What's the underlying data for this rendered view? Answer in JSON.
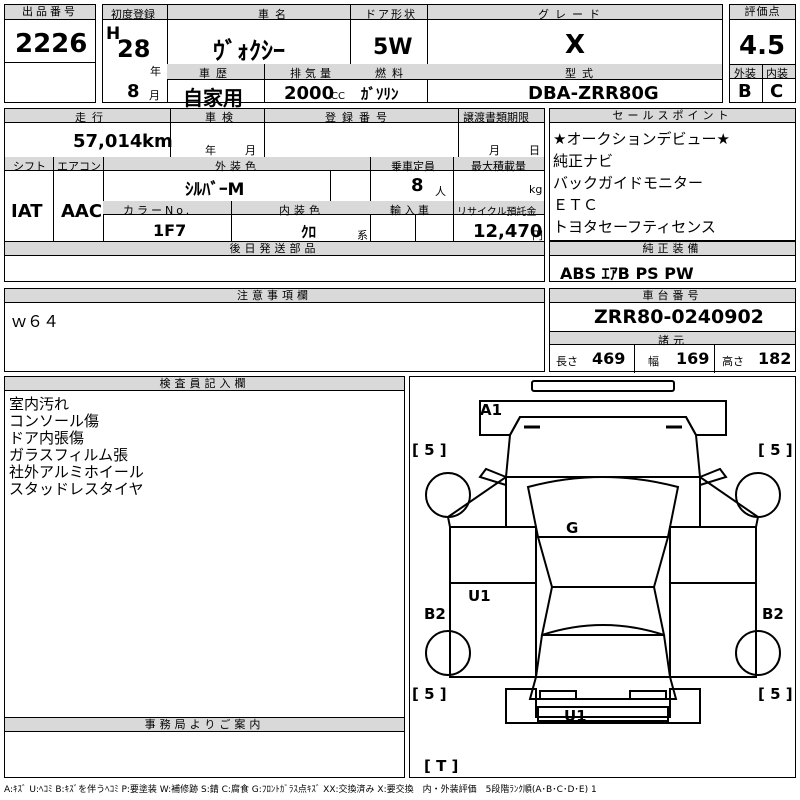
{
  "hdr": {
    "lot_no": "出品番号",
    "first_reg": "初度登録",
    "car_name": "車名",
    "door": "ドア形状",
    "grade": "グレード",
    "score": "評価点",
    "history": "車歴",
    "displacement": "排気量",
    "fuel": "燃料",
    "model_code": "型式",
    "ext": "外装",
    "int": "内装"
  },
  "v": {
    "lot": "2226",
    "era": "H",
    "year": "28",
    "year_unit": "年",
    "month": "8",
    "month_unit": "月",
    "car_name": "ｳﾞｫｸｼｰ",
    "door": "5W",
    "grade": "X",
    "score": "4.5",
    "history": "自家用",
    "displacement": "2000",
    "cc": "CC",
    "fuel": "ｶﾞｿﾘﾝ",
    "model_code": "DBA-ZRR80G",
    "ext_score": "B",
    "int_score": "C"
  },
  "row2": {
    "mileage_h": "走行",
    "shaken_h": "車検",
    "plate_h": "登録番号",
    "transfer_h": "譲渡書類期限",
    "mileage": "57,014",
    "km": "km",
    "shaken_y": "年",
    "shaken_m": "月",
    "transfer_m": "月",
    "transfer_d": "日"
  },
  "row3": {
    "shift_h": "シフト",
    "ac_h": "エアコン",
    "color_h": "外装色",
    "cap_h": "乗車定員",
    "load_h": "最大積載量",
    "shift": "IAT",
    "ac": "AAC",
    "color": "ｼﾙﾊﾞｰM",
    "cap": "8",
    "cap_u": "人",
    "load_u": "kg",
    "colorno_h": "カラーNo.",
    "intcolor_h": "内装色",
    "import_h": "輸入車",
    "recycle_h": "リサイクル預託金",
    "colorno": "1F7",
    "intcolor": "ｸﾛ",
    "intcolor_u": "系",
    "recycle": "12,470",
    "yen": "円"
  },
  "later": {
    "h": "後日発送部品"
  },
  "selling": {
    "h": "セールスポイント",
    "items": [
      "★オークションデビュー★",
      "純正ナビ",
      "バックガイドモニター",
      "ＥＴＣ",
      "トヨタセーフティセンス"
    ]
  },
  "equip": {
    "h": "純正装備",
    "v": "ABS ｴｱB PS PW"
  },
  "notes": {
    "h": "注意事項欄",
    "v": "ｗ６４"
  },
  "chassis": {
    "h": "車台番号",
    "v": "ZRR80-0240902"
  },
  "dims": {
    "h": "諸元",
    "len_l": "長さ",
    "len": "469",
    "wid_l": "幅",
    "wid": "169",
    "hei_l": "高さ",
    "hei": "182"
  },
  "inspector": {
    "h": "検査員記入欄",
    "items": [
      "室内汚れ",
      "コンソール傷",
      "ドア内張傷",
      "ガラスフィルム張",
      "社外アルミホイール",
      "スタッドレスタイヤ"
    ]
  },
  "office": {
    "h": "事務局よりご案内"
  },
  "diagram": {
    "marks": [
      "A1",
      "G",
      "U1",
      "B2",
      "B2",
      "U1"
    ],
    "tires": [
      "[ 5 ]",
      "[ 5 ]",
      "[ 5 ]",
      "[ 5 ]"
    ],
    "spare": "[ T ]"
  },
  "legend": "A:ｷｽﾞ U:ﾍｺﾐ B:ｷｽﾞを伴うﾍｺﾐ P:要塗装 W:補修跡 S:錆 C:腐食 G:ﾌﾛﾝﾄｶﾞﾗｽ点ｷｽﾞ XX:交換済み X:要交換　内・外装評価　5段階ﾗﾝｸ順(A･B･C･D･E) 1"
}
